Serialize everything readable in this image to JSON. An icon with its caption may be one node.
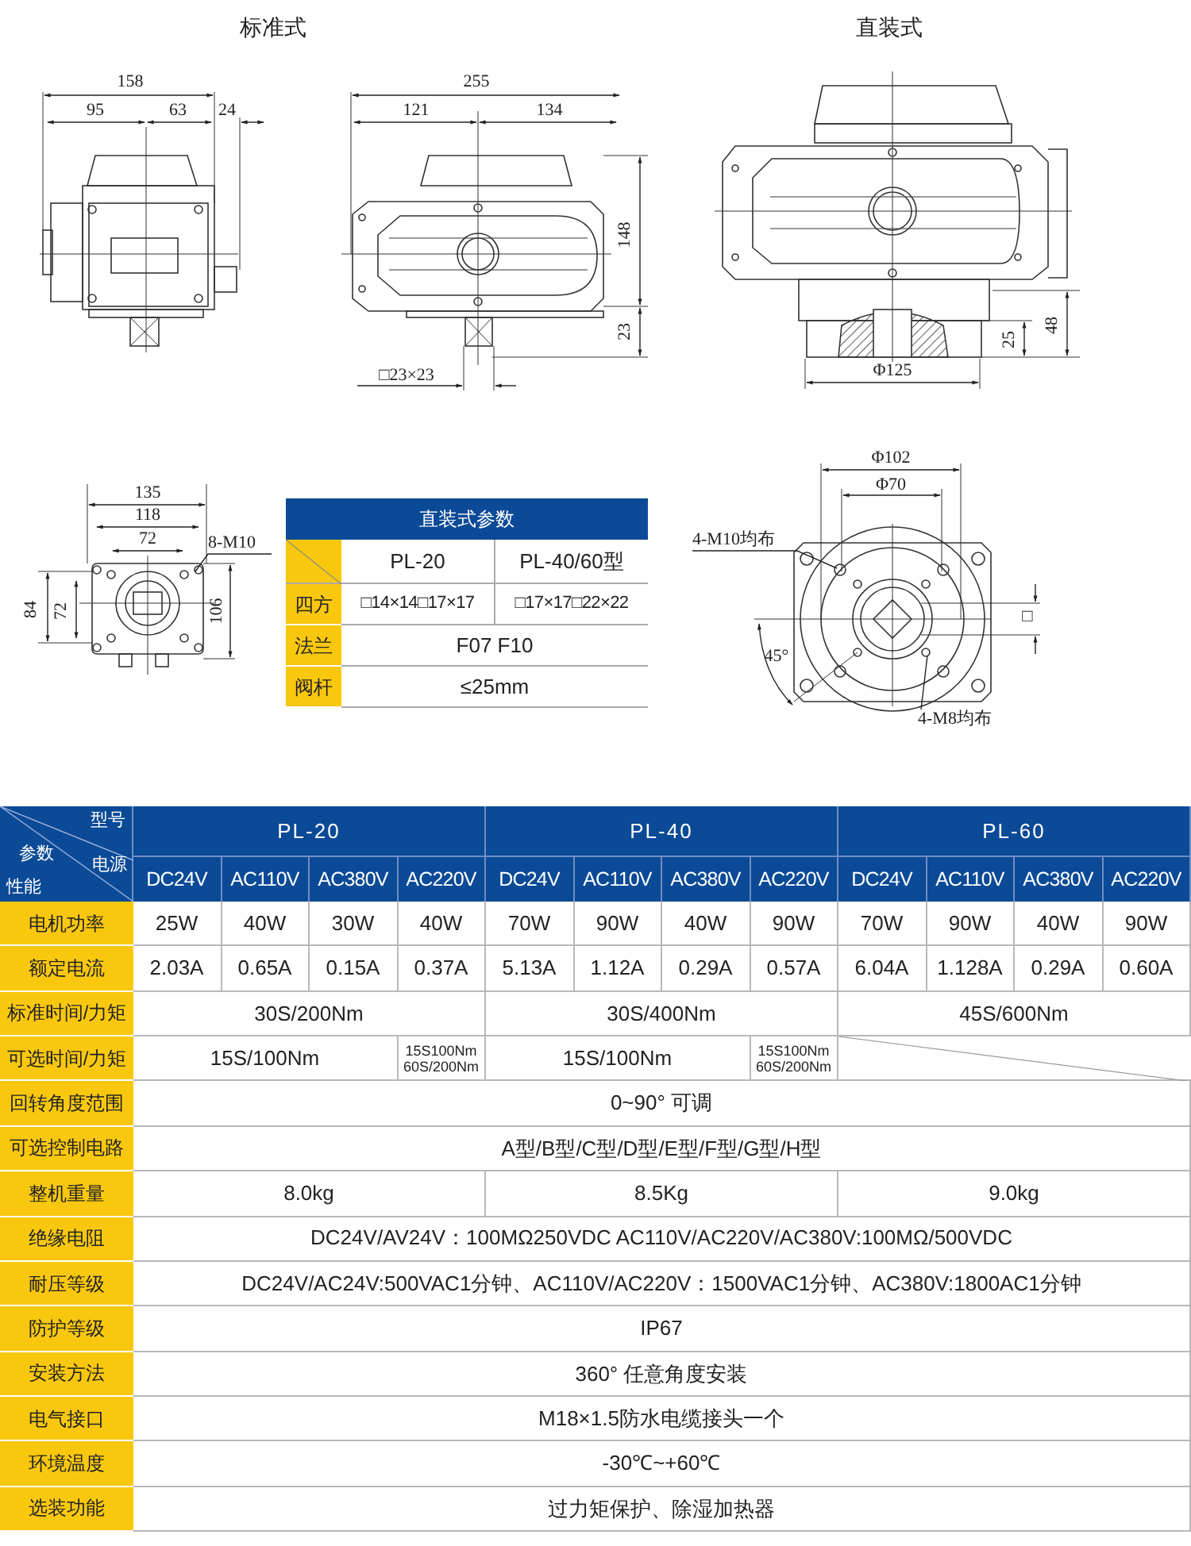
{
  "diagram": {
    "nodes": [
      {
        "text": [
          "8-M10"
        ]
      },
      {
        "text": [
          "4-M10均布"
        ]
      },
      {
        "text": [
          "4-M8均布"
        ]
      }
    ],
    "edges": [
      {
        "from": 0,
        "to": null,
        "arrow": "none"
      },
      {
        "from": 1,
        "to": null,
        "arrow": "none"
      },
      {
        "from": 2,
        "to": null,
        "arrow": "none"
      }
    ],
    "labels": [
      "标准式",
      "直装式",
      "158",
      "95",
      "63",
      "24",
      "255",
      "121",
      "134",
      "148",
      "23",
      "□23×23",
      "48",
      "25",
      "Φ125",
      "135",
      "118",
      "72",
      "84",
      "72",
      "106",
      "Φ102",
      "Φ70",
      "45°",
      "□",
      "直装式参数",
      "PL-20",
      "PL-40/60型",
      "四方",
      "□14×14□17×17",
      "□17×17□22×22",
      "法兰",
      "F07 F10",
      "阀杆",
      "≤25mm",
      "型号",
      "参数",
      "电源",
      "性能",
      "PL-20",
      "PL-40",
      "PL-60",
      "DC24V",
      "AC110V",
      "AC380V",
      "AC220V",
      "DC24V",
      "AC110V",
      "AC380V",
      "AC220V",
      "DC24V",
      "AC110V",
      "AC380V",
      "AC220V",
      "电机功率",
      "25W",
      "40W",
      "30W",
      "40W",
      "70W",
      "90W",
      "40W",
      "90W",
      "70W",
      "90W",
      "40W",
      "90W",
      "额定电流",
      "2.03A",
      "0.65A",
      "0.15A",
      "0.37A",
      "5.13A",
      "1.12A",
      "0.29A",
      "0.57A",
      "6.04A",
      "1.128A",
      "0.29A",
      "0.60A",
      "标准时间/力矩",
      "30S/200Nm",
      "30S/400Nm",
      "45S/600Nm",
      "可选时间/力矩",
      "15S/100Nm",
      "15S100Nm 60S/200Nm",
      "15S/100Nm",
      "15S100Nm 60S/200Nm",
      "回转角度范围",
      "0~90° 可调",
      "可选控制电路",
      "A型/B型/C型/D型/E型/F型/G型/H型",
      "整机重量",
      "8.0kg",
      "8.5Kg",
      "9.0kg",
      "绝缘电阻",
      "DC24V/AV24V：100MΩ250VDC AC110V/AC220V/AC380V:100MΩ/500VDC",
      "耐压等级",
      "DC24V/AC24V:500VAC1分钟、AC110V/AC220V：1500VAC1分钟、AC380V:1800AC1分钟",
      "防护等级",
      "IP67",
      "安装方法",
      "360° 任意角度安装",
      "电气接口",
      "M18×1.5防水电缆接头一个",
      "环境温度",
      "-30℃~+60℃",
      "选装功能",
      "过力矩保护、除湿加热器"
    ]
  }
}
